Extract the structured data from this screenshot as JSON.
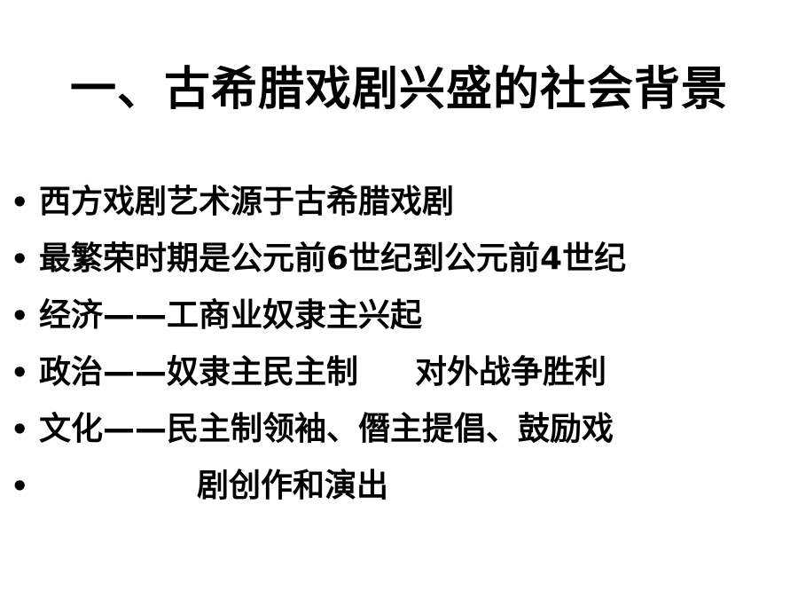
{
  "slide": {
    "title": "一、古希腊戏剧兴盛的社会背景",
    "bullet_symbol": "•",
    "bullets": [
      "西方戏剧艺术源于古希腊戏剧",
      "最繁荣时期是公元前6世纪到公元前4世纪",
      "经济——工商业奴隶主兴起",
      {
        "part1": "政治——奴隶主民主制",
        "part2": "对外战争胜利"
      },
      "文化——民主制领袖、僭主提倡、鼓励戏",
      "剧创作和演出"
    ]
  }
}
